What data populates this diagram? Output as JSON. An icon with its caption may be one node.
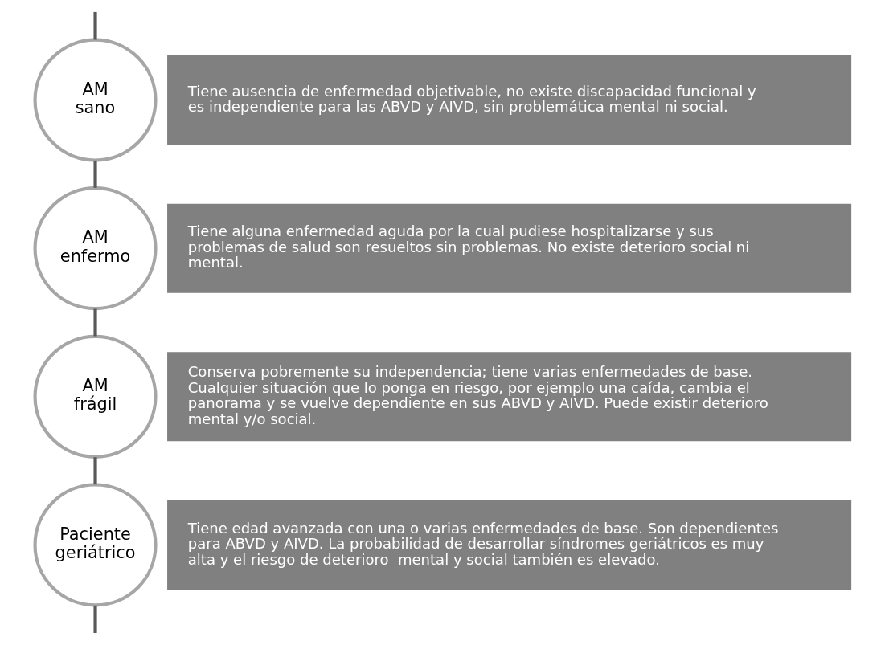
{
  "diagram": {
    "nodes": [
      {
        "text": [
          "AM sano"
        ]
      },
      {
        "text": [
          "Tiene ausencia de enfermedad objetivable, no existe discapacidad funcional y es independiente para las ABVD y AIVD, sin problemática mental ni social."
        ]
      },
      {
        "text": [
          "AM enfermo"
        ]
      },
      {
        "text": [
          "Tiene alguna enfermedad aguda por la cual pudiese hospitalizarse y sus problemas de salud son resueltos sin problemas. No existe deterioro social ni mental."
        ]
      },
      {
        "text": [
          "AM frágil"
        ]
      },
      {
        "text": [
          "Conserva pobremente su independencia; tiene varias enfermedades de base. Cualquier situación que lo ponga en riesgo, por ejemplo una caída, cambia el panorama y se vuelve dependiente en sus ABVD y AIVD. Puede existir deterioro mental y/o social."
        ]
      },
      {
        "text": [
          "Paciente geriátrico"
        ]
      },
      {
        "text": [
          "Tiene edad avanzada con una o varias enfermedades de base. Son dependientes para ABVD y AIVD. La probabilidad de desarrollar síndromes geriátricos es muy alta y el riesgo de deterioro  mental y social también es elevado."
        ]
      }
    ],
    "edges": [
      {
        "from": null,
        "to": 0,
        "arrow": "none"
      },
      {
        "from": 0,
        "to": 2,
        "arrow": "none"
      },
      {
        "from": 2,
        "to": 4,
        "arrow": "none"
      },
      {
        "from": 4,
        "to": 6,
        "arrow": "none"
      },
      {
        "from": 6,
        "to": null,
        "arrow": "none"
      }
    ]
  }
}
